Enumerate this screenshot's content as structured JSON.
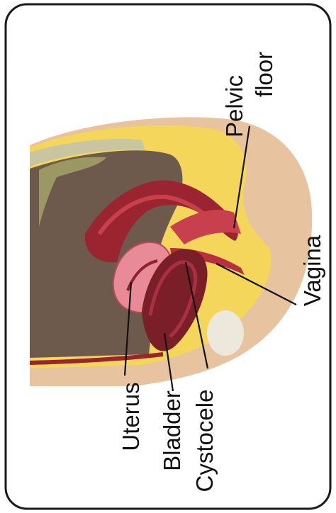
{
  "labels": {
    "pelvic_line1": "Pelvic",
    "pelvic_line2": "floor",
    "vagina": "Vagina",
    "cystocele": "Cystocele",
    "bladder": "Bladder",
    "uterus": "Uterus"
  },
  "colors": {
    "frame": "#1a1a1a",
    "skin": "#e8c3a0",
    "fat": "#f3d65a",
    "cavity": "#6e5a4c",
    "muscle": "#9a2430",
    "uterus": "#e88a98",
    "bladder": "#7a1e28",
    "bone": "#c9c5a0",
    "leader": "#111111"
  }
}
